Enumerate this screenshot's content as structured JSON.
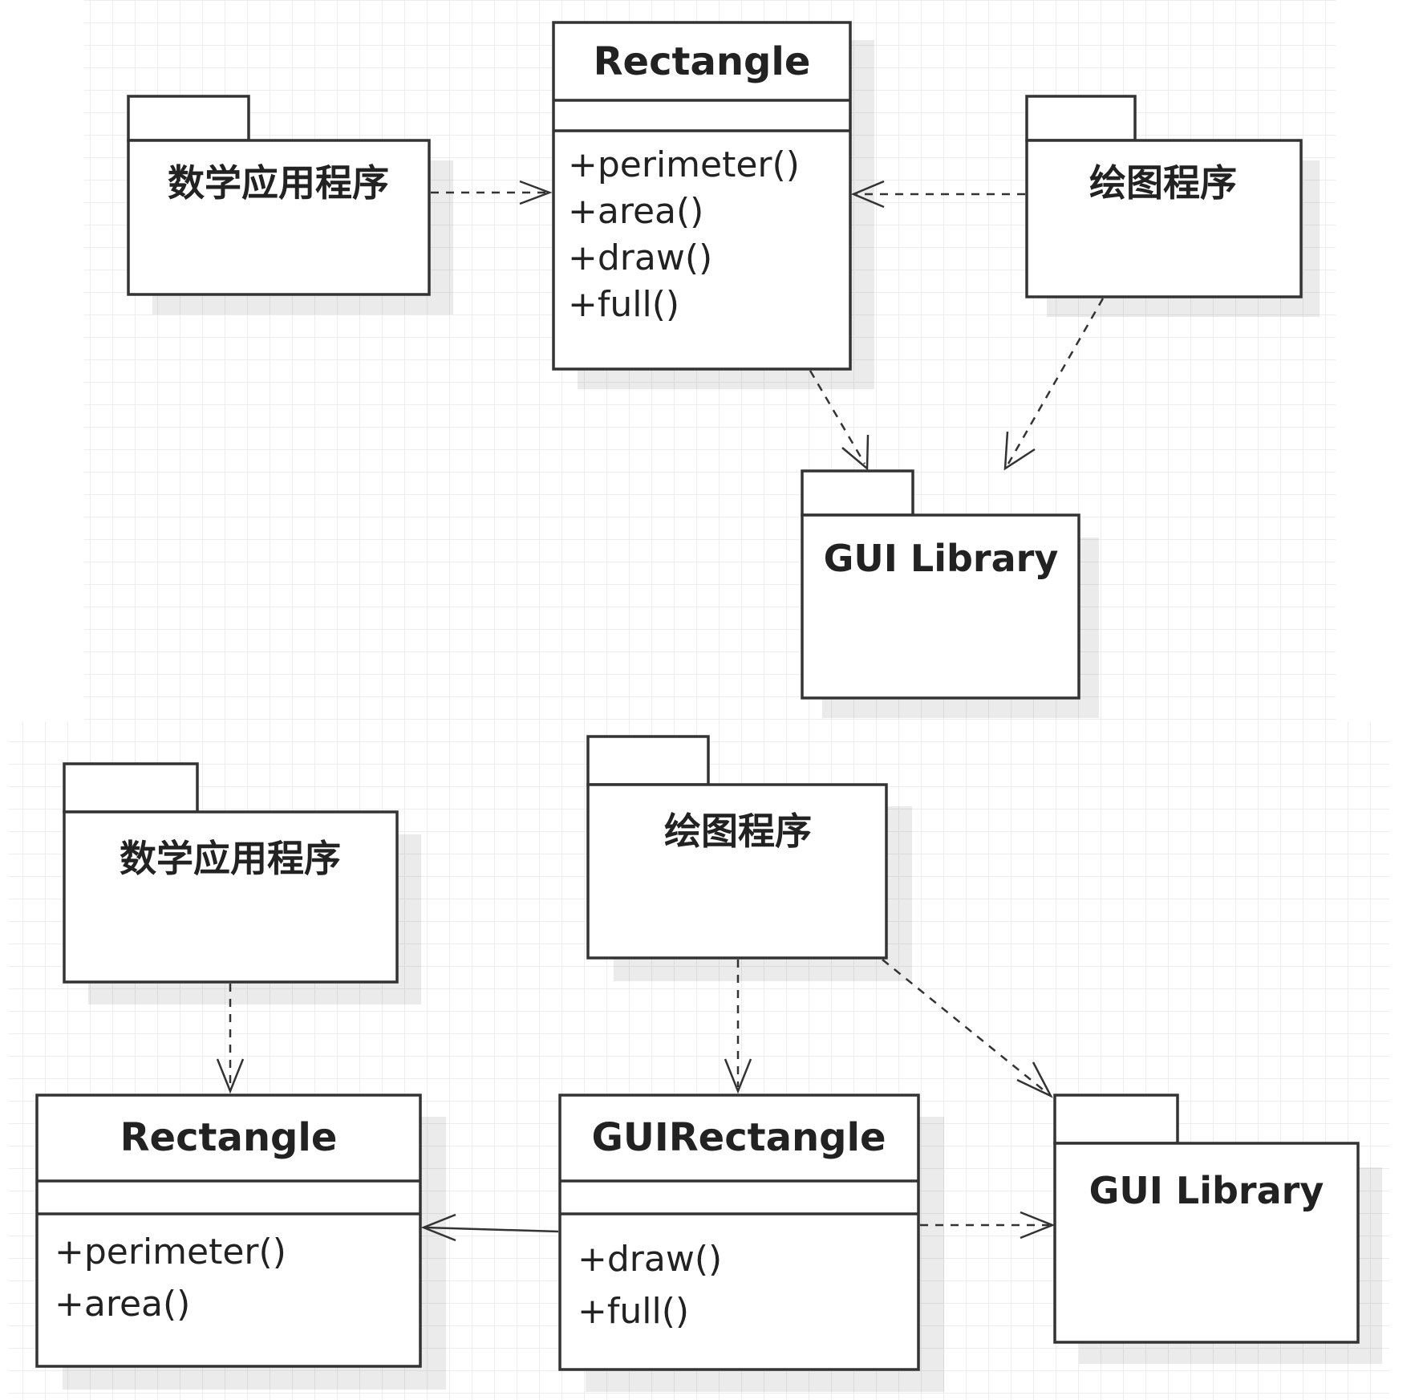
{
  "top_diagram": {
    "rectangle": {
      "title": "Rectangle",
      "members": [
        "+perimeter()",
        "+area()",
        "+draw()",
        "+full()"
      ]
    },
    "math_app": {
      "name": "数学应用程序"
    },
    "draw_app": {
      "name": "绘图程序"
    },
    "gui_library": {
      "name": "GUI Library"
    }
  },
  "bottom_diagram": {
    "math_app": {
      "name": "数学应用程序"
    },
    "draw_app": {
      "name": "绘图程序"
    },
    "rectangle": {
      "title": "Rectangle",
      "members": [
        "+perimeter()",
        "+area()"
      ]
    },
    "gui_rectangle": {
      "title": "GUIRectangle",
      "members": [
        "+draw()",
        "+full()"
      ]
    },
    "gui_library": {
      "name": "GUI Library"
    }
  }
}
